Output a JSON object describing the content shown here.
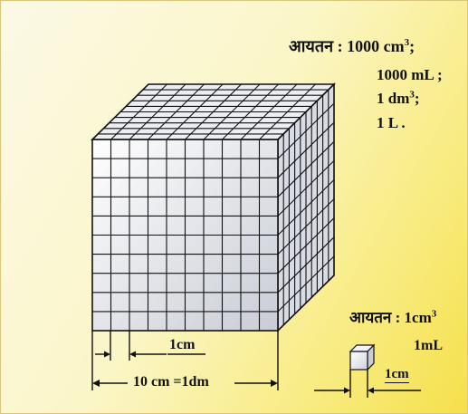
{
  "volume_label": "आयतन",
  "big_cube": {
    "vol_cm3_value": "1000 cm",
    "vol_cm3_unit_exp": "3",
    "vol_cm3_suffix": ";",
    "vol_ml": "1000 mL ;",
    "vol_dm3_value": "1 dm",
    "vol_dm3_unit_exp": "3",
    "vol_dm3_suffix": ";",
    "vol_l": "1 L .",
    "unit_edge_label": "1cm",
    "edge_label": "10 cm =1dm",
    "grid_divisions": 10
  },
  "small_cube": {
    "vol_value": "1cm",
    "vol_unit_exp": "3",
    "vol_ml": "1mL",
    "edge_label": "1cm"
  },
  "colors": {
    "background": "#f8ea7a",
    "cube_cell": "#e6e8ef",
    "cube_edge": "#111111"
  }
}
